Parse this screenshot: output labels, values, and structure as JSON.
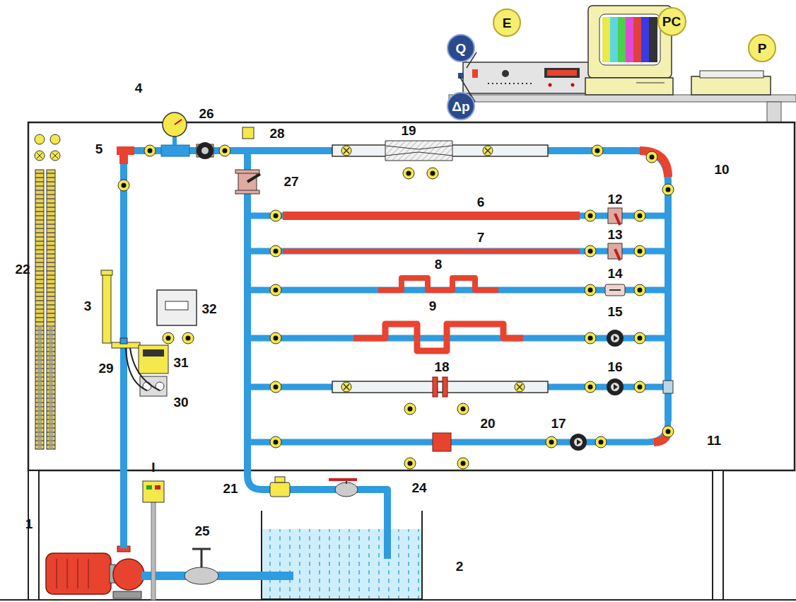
{
  "diagram": {
    "nodes": [
      {
        "text": [
          "Q"
        ]
      },
      {
        "text": [
          "E"
        ]
      },
      {
        "text": [
          "Δp"
        ]
      },
      {
        "text": [
          "PC"
        ]
      },
      {
        "text": [
          "P"
        ]
      }
    ],
    "labels": [
      "4",
      "26",
      "28",
      "19",
      "5",
      "10",
      "27",
      "12",
      "6",
      "13",
      "7",
      "14",
      "8",
      "15",
      "9",
      "16",
      "18",
      "20",
      "17",
      "11",
      "22",
      "3",
      "32",
      "29",
      "31",
      "30",
      "I",
      "21",
      "24",
      "1",
      "25",
      "2"
    ]
  }
}
